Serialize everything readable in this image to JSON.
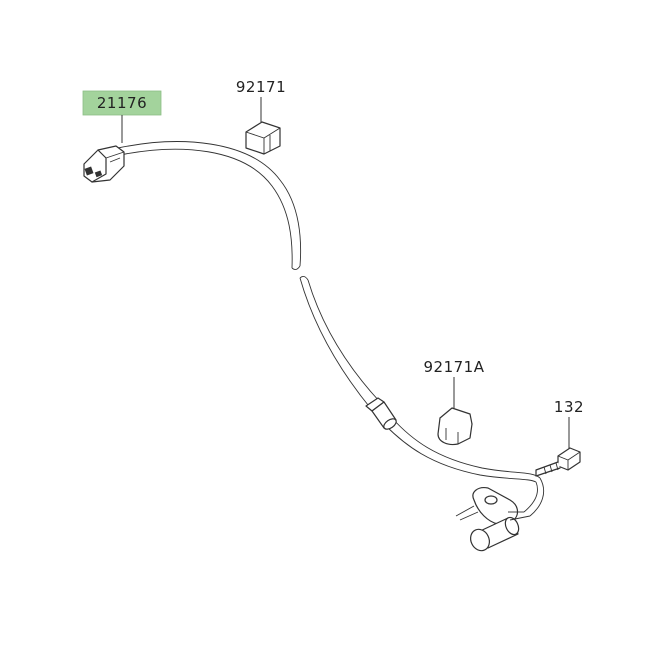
{
  "diagram": {
    "labels": {
      "sensor_assy": "21176",
      "clamp_a": "92171",
      "clamp_b": "92171A",
      "bolt": "132"
    },
    "colors": {
      "highlight": "#a3d39c",
      "line": "#333333",
      "background": "#ffffff"
    }
  }
}
